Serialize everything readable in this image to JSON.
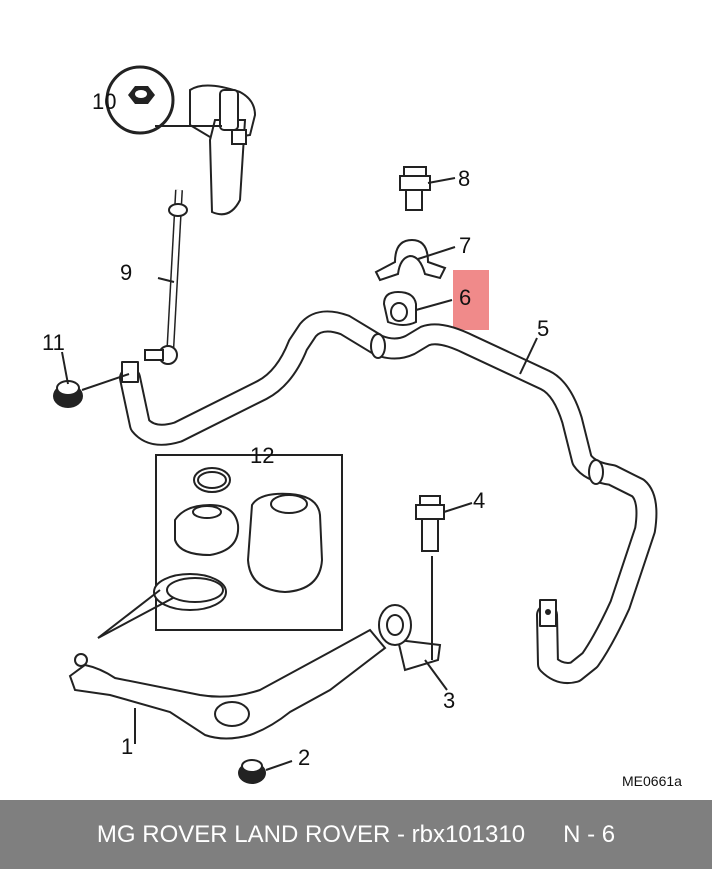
{
  "diagram": {
    "callouts": [
      {
        "id": "c1",
        "label": "1"
      },
      {
        "id": "c2",
        "label": "2"
      },
      {
        "id": "c3",
        "label": "3"
      },
      {
        "id": "c4",
        "label": "4"
      },
      {
        "id": "c5",
        "label": "5"
      },
      {
        "id": "c6",
        "label": "6",
        "highlighted": true
      },
      {
        "id": "c7",
        "label": "7"
      },
      {
        "id": "c8",
        "label": "8"
      },
      {
        "id": "c9",
        "label": "9"
      },
      {
        "id": "c10",
        "label": "10"
      },
      {
        "id": "c11",
        "label": "11"
      },
      {
        "id": "c12",
        "label": "12"
      }
    ],
    "reference_code": "ME0661a",
    "highlight_color": "#f08a8a"
  },
  "footer": {
    "title": "MG ROVER LAND ROVER - rbx101310",
    "position": "N - 6",
    "background": "#7f7f7f"
  }
}
